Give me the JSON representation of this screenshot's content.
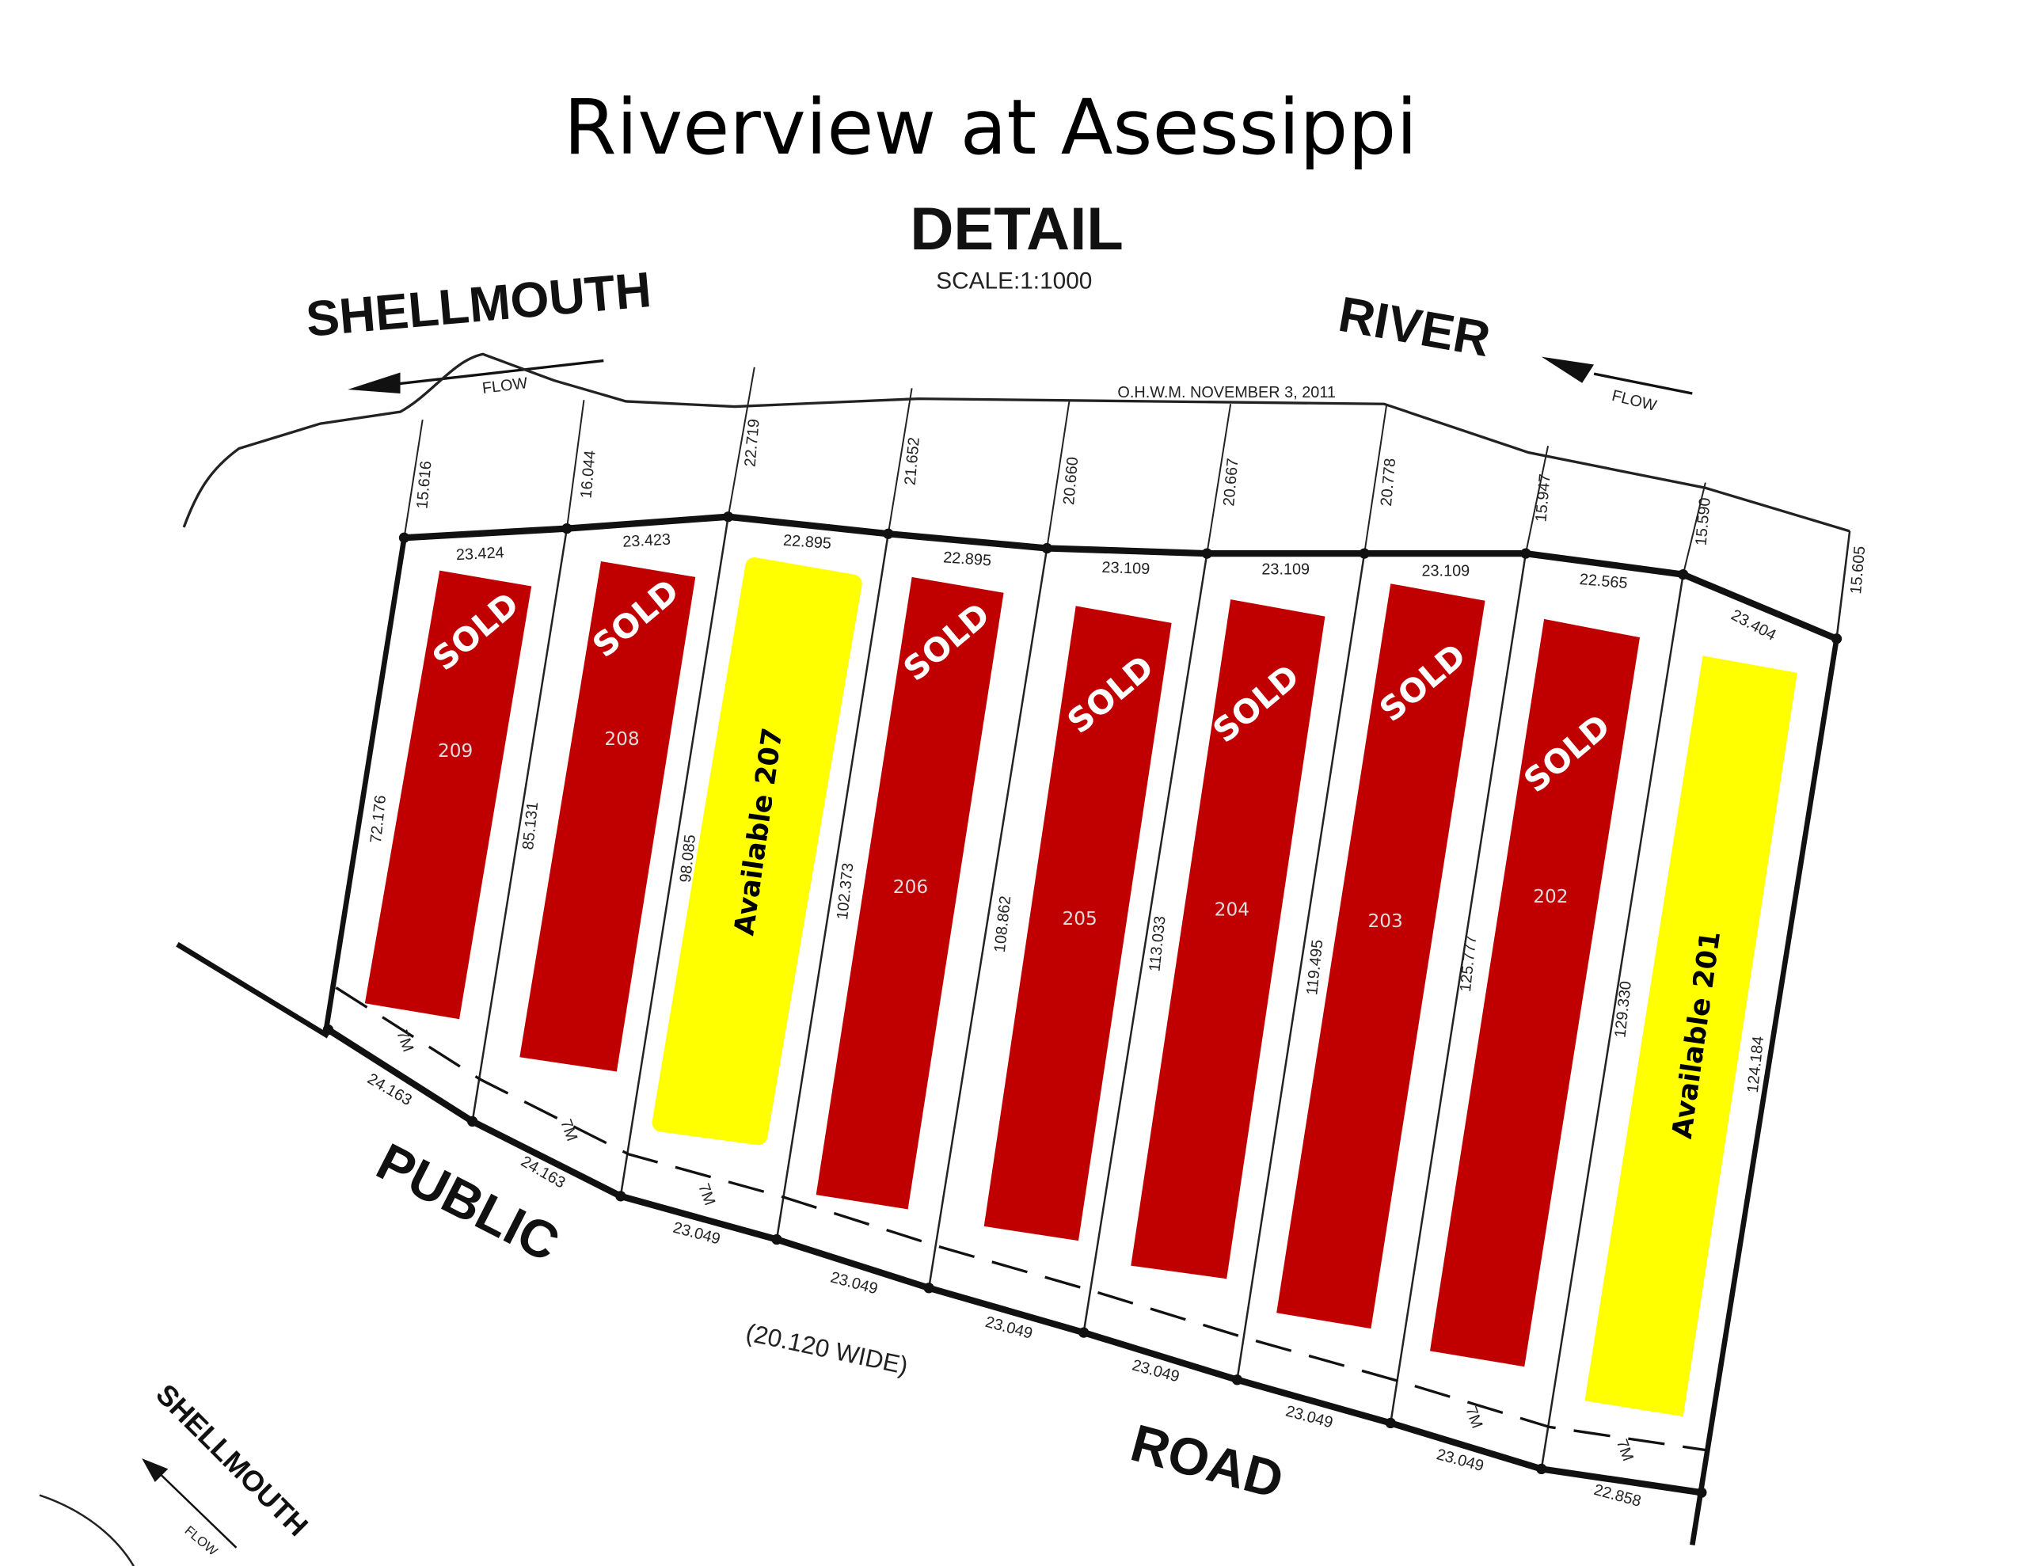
{
  "title": "Riverview at Asessippi",
  "header": {
    "detail": "DETAIL",
    "scale": "SCALE:1:1000"
  },
  "labels": {
    "river_left": "SHELLMOUTH",
    "river_right": "RIVER",
    "flow": "FLOW",
    "ohwm": "O.H.W.M. NOVEMBER 3, 2011",
    "road_public": "PUBLIC",
    "road_road": "ROAD",
    "road_width": "(20.120 WIDE)",
    "shellmouth_bottom": "SHELLMOUTH",
    "setback": "7M"
  },
  "colors": {
    "sold": "#C00000",
    "available": "#FFFF00"
  },
  "lots": [
    {
      "number": "209",
      "status": "SOLD"
    },
    {
      "number": "208",
      "status": "SOLD"
    },
    {
      "number": "207",
      "status": "Available 207"
    },
    {
      "number": "206",
      "status": "SOLD"
    },
    {
      "number": "205",
      "status": "SOLD"
    },
    {
      "number": "204",
      "status": "SOLD"
    },
    {
      "number": "203",
      "status": "SOLD"
    },
    {
      "number": "202",
      "status": "SOLD"
    },
    {
      "number": "201",
      "status": "Available 201"
    }
  ],
  "dimensions": {
    "river_depths": [
      "15.616",
      "16.044",
      "22.719",
      "21.652",
      "20.660",
      "20.667",
      "20.778",
      "15.947",
      "15.590",
      "15.605"
    ],
    "top_widths": [
      "23.424",
      "23.423",
      "22.895",
      "22.895",
      "23.109",
      "23.109",
      "23.109",
      "22.565",
      "23.404"
    ],
    "lot_depths": [
      "72.176",
      "85.131",
      "98.085",
      "102.373",
      "108.862",
      "113.033",
      "119.495",
      "125.777",
      "129.330",
      "124.184"
    ],
    "road_widths": [
      "24.163",
      "24.163",
      "23.049",
      "23.049",
      "23.049",
      "23.049",
      "23.049",
      "23.049",
      "22.858"
    ]
  }
}
